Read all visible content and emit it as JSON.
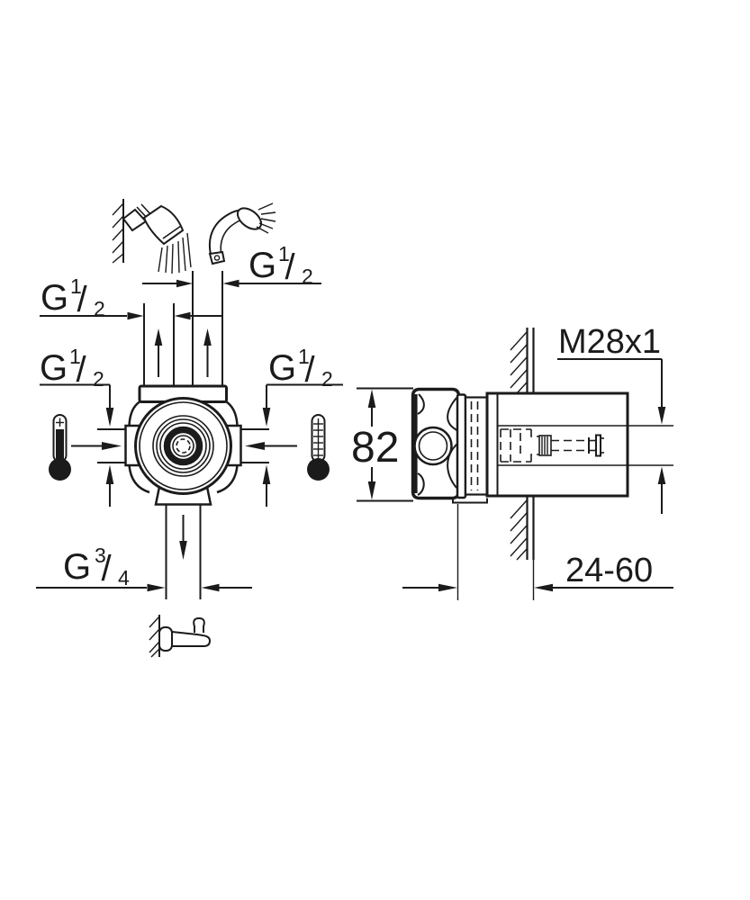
{
  "page": {
    "background": "#ffffff",
    "line_color": "#1b1b1b",
    "type": "technical-installation-drawing"
  },
  "front_view": {
    "labels": {
      "handshower_outlet": {
        "prefix": "G",
        "numerator": "1",
        "slash": "/",
        "denominator": "2"
      },
      "headshower_outlet": {
        "prefix": "G",
        "numerator": "1",
        "slash": "/",
        "denominator": "2"
      },
      "hot_inlet": {
        "prefix": "G",
        "numerator": "1",
        "slash": "/",
        "denominator": "2"
      },
      "cold_inlet": {
        "prefix": "G",
        "numerator": "1",
        "slash": "/",
        "denominator": "2"
      },
      "spout_outlet": {
        "prefix": "G",
        "numerator": "3",
        "slash": "/",
        "denominator": "4"
      }
    },
    "icons": {
      "wall_shower": "wall-shower-icon",
      "hand_shower": "hand-shower-icon",
      "spout": "spout-icon",
      "hot": "hot-thermometer-icon",
      "cold": "cold-thermometer-icon"
    }
  },
  "side_view": {
    "labels": {
      "thread": "M28x1",
      "body_height": "82",
      "installation_depth": "24-60"
    }
  }
}
